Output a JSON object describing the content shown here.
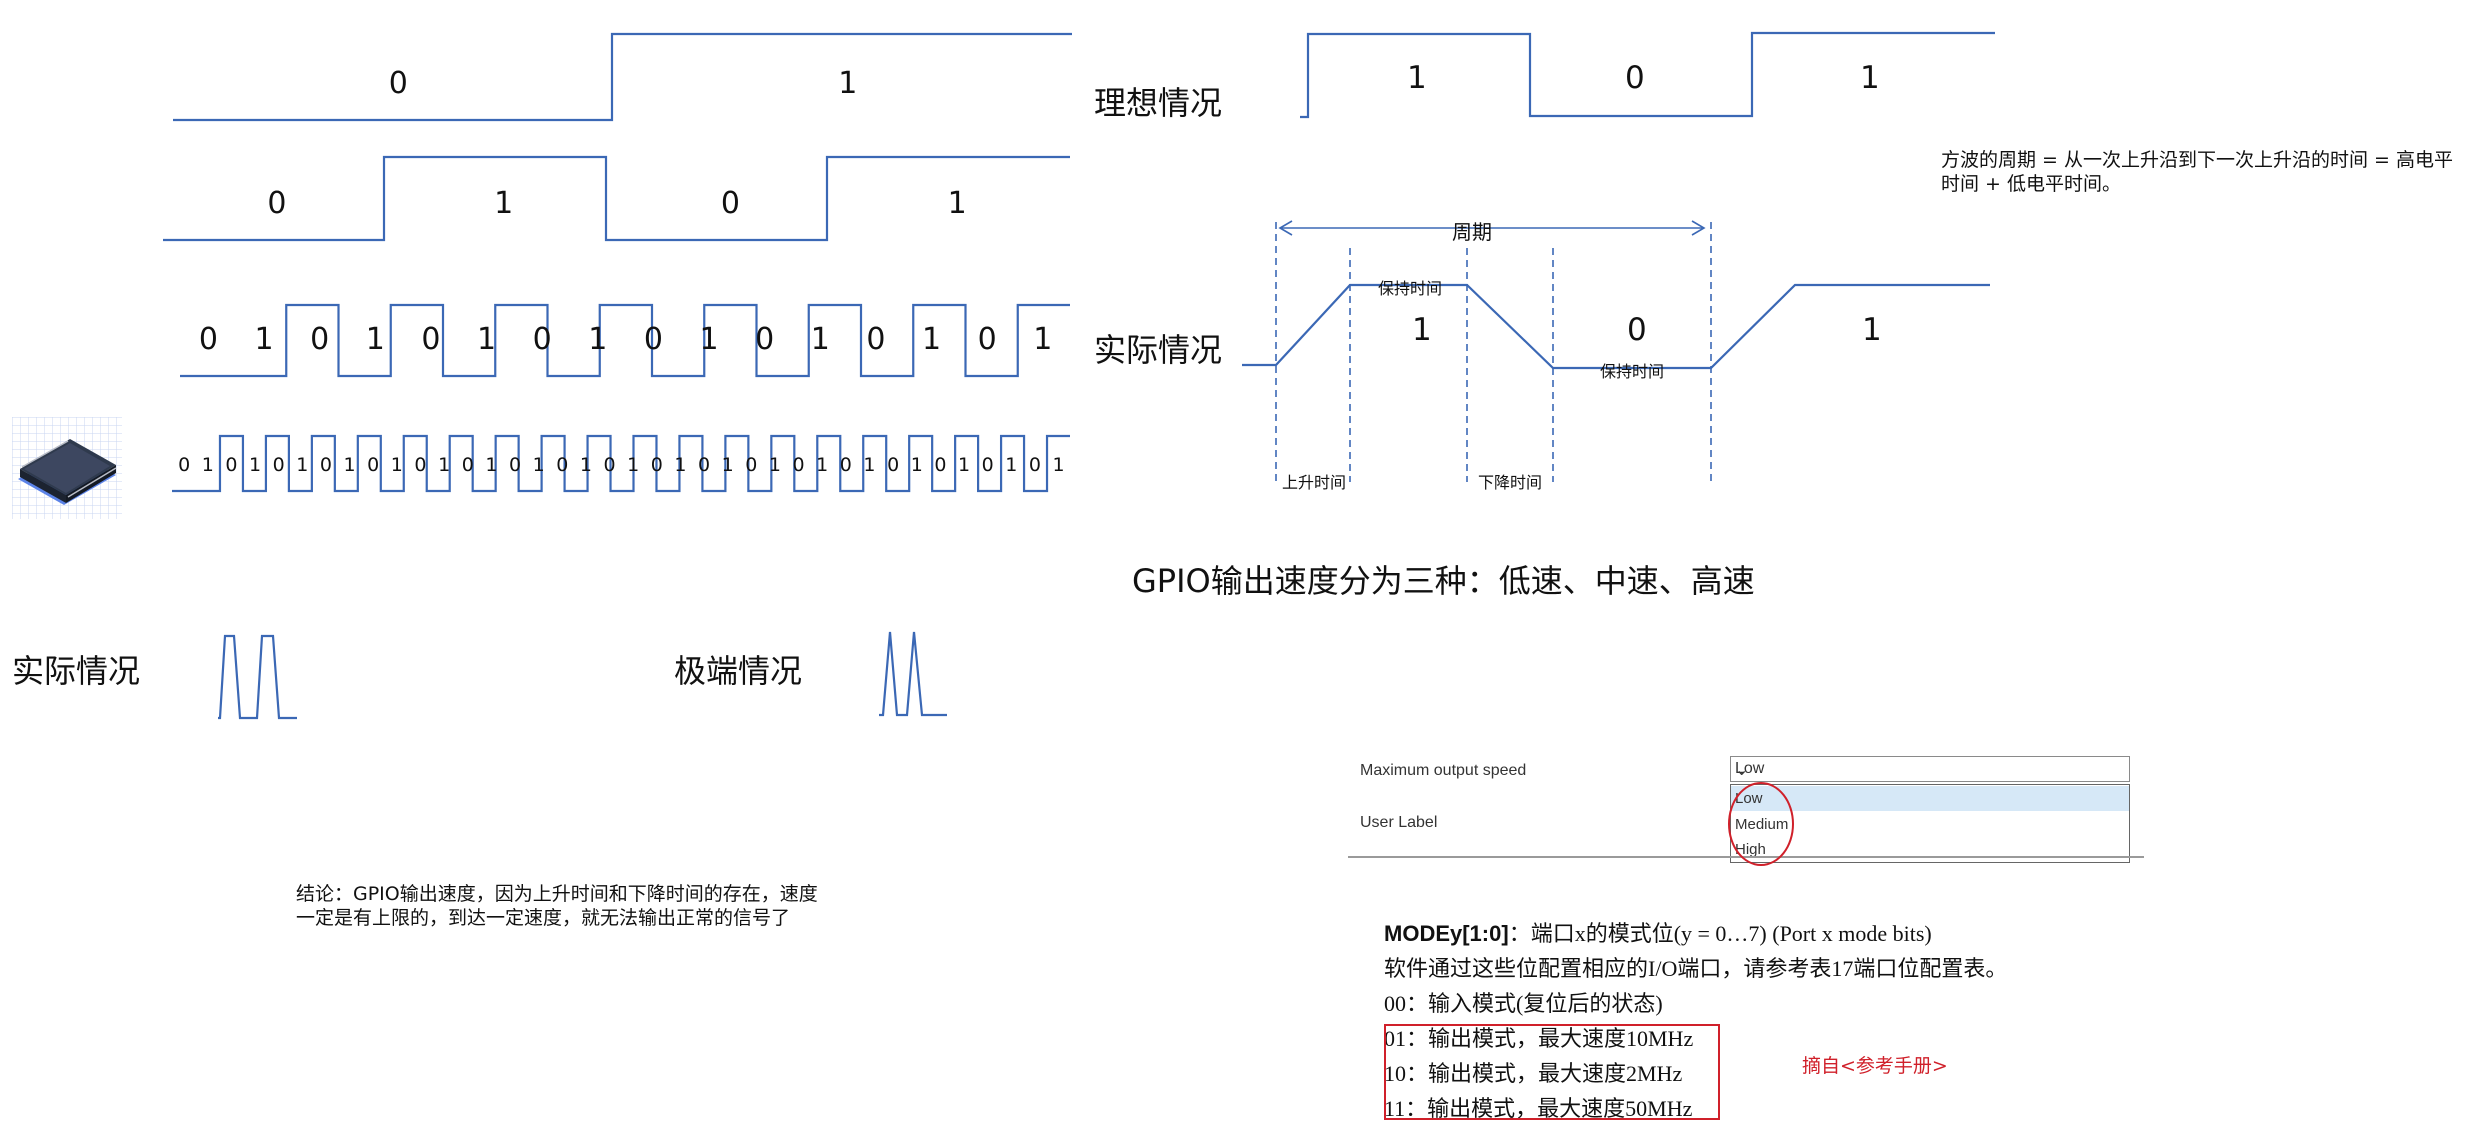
{
  "top_waves": {
    "row1_bits": [
      "0",
      "1"
    ],
    "row2_bits": [
      "0",
      "1",
      "0",
      "1"
    ],
    "row3_bits": [
      "0",
      "1",
      "0",
      "1",
      "0",
      "1",
      "0",
      "1",
      "0",
      "1",
      "0",
      "1",
      "0",
      "1",
      "0",
      "1"
    ],
    "row4_bits": [
      "0",
      "1",
      "0",
      "1",
      "0",
      "1",
      "0",
      "1",
      "0",
      "1",
      "0",
      "1",
      "0",
      "1",
      "0",
      "1",
      "0",
      "1",
      "0",
      "1",
      "0",
      "1",
      "0",
      "1",
      "0",
      "1",
      "0",
      "1",
      "0",
      "1",
      "0",
      "1",
      "0",
      "1",
      "0",
      "1",
      "0",
      "1"
    ]
  },
  "ideal": {
    "label": "理想情况",
    "bits": [
      "1",
      "0",
      "1"
    ]
  },
  "actual": {
    "label": "实际情况",
    "bits": [
      "1",
      "0",
      "1"
    ],
    "period_label": "周期",
    "hold_label": "保持时间",
    "rise_label": "上升时间",
    "fall_label": "下降时间"
  },
  "period_formula": "方波的周期 = 从一次上升沿到下一次上升沿的时间 = 高电平时间 + 低电平时间。",
  "gpio_speed_title": "GPIO输出速度分为三种：低速、中速、高速",
  "pulses": {
    "actual_label": "实际情况",
    "extreme_label": "极端情况"
  },
  "conclusion": "结论：GPIO输出速度，因为上升时间和下降时间的存在，速度一定是有上限的，到达一定速度，就无法输出正常的信号了",
  "config": {
    "max_speed_label": "Maximum output speed",
    "selected": "Low",
    "options": [
      "Low",
      "Medium",
      "High"
    ],
    "user_label": "User Label"
  },
  "reference": {
    "bold": "MODEy[1:0]",
    "line1_rest": "：端口x的模式位(y = 0…7) (Port x mode bits)",
    "line2": "软件通过这些位配置相应的I/O端口，请参考表17端口位配置表。",
    "line3": "00：输入模式(复位后的状态)",
    "line4": "01：输出模式，最大速度10MHz",
    "line5": "10：输出模式，最大速度2MHz",
    "line6": "11：输出模式，最大速度50MHz",
    "source": "摘自<参考手册>"
  },
  "colors": {
    "wave": "#3b68b5",
    "accent_red": "#d0202a"
  }
}
